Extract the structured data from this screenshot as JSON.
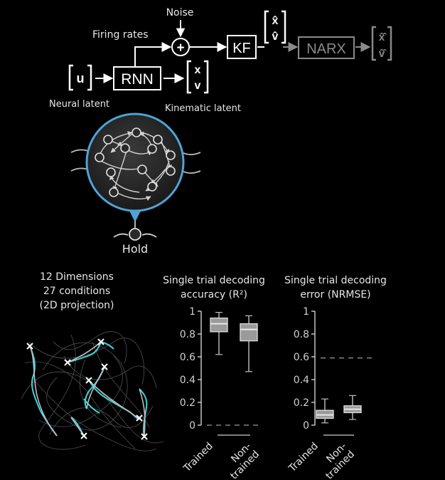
{
  "pipeline": {
    "input": "u",
    "rnn": "RNN",
    "state_top": "x",
    "state_bottom": "v",
    "noise": "Noise",
    "firing_rates": "Firing rates",
    "kf": "KF",
    "kf_out_top": "x̂",
    "kf_out_bottom": "v̂",
    "narx": "NARX",
    "narx_out_top": "x̂̂",
    "narx_out_bottom": "v̂̂",
    "neural_latent": "Neural latent",
    "kinematic_latent": "Kinematic latent",
    "hold": "Hold",
    "plus": "+"
  },
  "projection": {
    "line1": "12 Dimensions",
    "line2": "27 conditions",
    "line3": "(2D projection)",
    "trace_color": "#41d3dc"
  },
  "chart_data": [
    {
      "type": "box",
      "title_line1": "Single trial decoding",
      "title_line2": "accuracy (R²)",
      "ylim": [
        0,
        1
      ],
      "yticks": [
        "0",
        "0.2",
        "0.4",
        "0.6",
        "0.8",
        "1"
      ],
      "yticks_values": [
        0,
        0.2,
        0.4,
        0.6,
        0.8,
        1
      ],
      "reference_line": 0,
      "categories": [
        "Trained",
        "Non-trained"
      ],
      "category_lines": [
        [
          "Trained"
        ],
        [
          "Non-",
          "trained"
        ]
      ],
      "boxes": [
        {
          "min": 0.62,
          "q1": 0.82,
          "median": 0.89,
          "q3": 0.94,
          "max": 0.99
        },
        {
          "min": 0.47,
          "q1": 0.74,
          "median": 0.84,
          "q3": 0.89,
          "max": 0.96
        }
      ]
    },
    {
      "type": "box",
      "title_line1": "Single trial decoding",
      "title_line2": "error (NRMSE)",
      "ylim": [
        0,
        1
      ],
      "yticks": [
        "0",
        "0.2",
        "0.4",
        "0.6",
        "0.8",
        "1"
      ],
      "yticks_values": [
        0,
        0.2,
        0.4,
        0.6,
        0.8,
        1
      ],
      "reference_line": 0.59,
      "categories": [
        "Trained",
        "Non-trained"
      ],
      "category_lines": [
        [
          "Trained"
        ],
        [
          "Non-",
          "trained"
        ]
      ],
      "boxes": [
        {
          "min": 0.02,
          "q1": 0.06,
          "median": 0.09,
          "q3": 0.13,
          "max": 0.23
        },
        {
          "min": 0.05,
          "q1": 0.11,
          "median": 0.14,
          "q3": 0.17,
          "max": 0.26
        }
      ]
    }
  ]
}
